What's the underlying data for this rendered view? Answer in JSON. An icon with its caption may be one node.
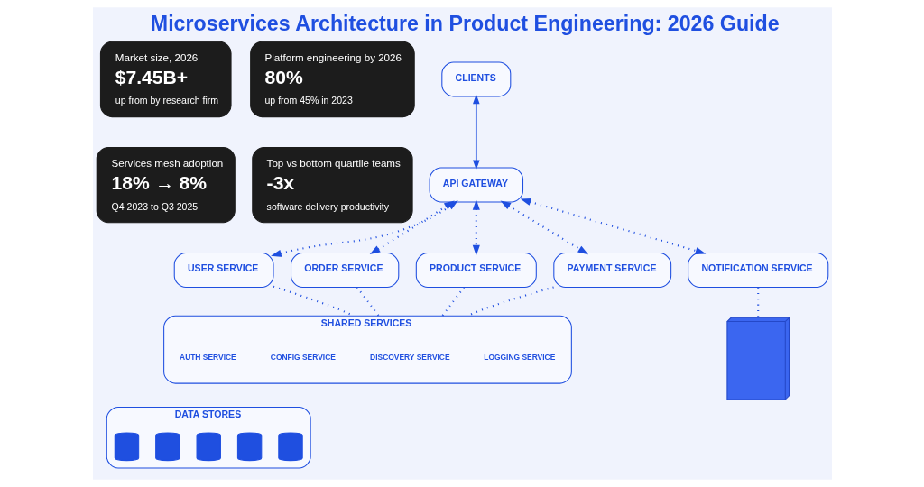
{
  "diagram": {
    "title": "Microservices Architecture in Product Engineering: 2026 Guide",
    "nodes": [
      {
        "text": [
          "Market size, 2026",
          "$7.45B+",
          "up from by research firm"
        ]
      },
      {
        "text": [
          "Platform engineering by 2026",
          "80%",
          "up from 45% in 2023"
        ]
      },
      {
        "text": [
          "Services mesh adoption",
          "18% → 8%",
          "Q4 2023 to Q3 2025"
        ]
      },
      {
        "text": [
          "Top vs bottom quartile teams",
          "-3x",
          "software delivery productivity"
        ]
      },
      {
        "text": [
          "CLIENTS"
        ]
      },
      {
        "text": [
          "API GATEWAY"
        ]
      },
      {
        "text": [
          "USER SERVICE"
        ]
      },
      {
        "text": [
          "ORDER SERVICE"
        ]
      },
      {
        "text": [
          "PRODUCT SERVICE"
        ]
      },
      {
        "text": [
          "PAYMENT SERVICE"
        ]
      },
      {
        "text": [
          "NOTIFICATION SERVICE"
        ]
      },
      {
        "text": [
          "SHARED SERVICES"
        ]
      },
      {
        "text": [
          "AUTH SERVICE"
        ],
        "in": 11
      },
      {
        "text": [
          "CONFIG SERVICE"
        ],
        "in": 11
      },
      {
        "text": [
          "DISCOVERY SERVICE"
        ],
        "in": 11
      },
      {
        "text": [
          "LOGGING SERVICE"
        ],
        "in": 11
      },
      {
        "text": [
          "DATA STORES"
        ]
      },
      {
        "text": [],
        "shape": "cylinder",
        "in": 16
      },
      {
        "text": [],
        "shape": "cylinder",
        "in": 16
      },
      {
        "text": [],
        "shape": "cylinder",
        "in": 16
      },
      {
        "text": [],
        "shape": "cylinder",
        "in": 16
      },
      {
        "text": [],
        "shape": "cylinder",
        "in": 16
      },
      {
        "text": [],
        "shape": "picture"
      }
    ],
    "edges": [
      {
        "from": 4,
        "to": 5,
        "arrow": "both"
      },
      {
        "from": 5,
        "to": 6,
        "arrow": "both",
        "style": "dashed"
      },
      {
        "from": 5,
        "to": 7,
        "arrow": "both",
        "style": "dashed"
      },
      {
        "from": 5,
        "to": 8,
        "arrow": "both",
        "style": "dashed"
      },
      {
        "from": 5,
        "to": 9,
        "arrow": "both",
        "style": "dashed"
      },
      {
        "from": 5,
        "to": 10,
        "arrow": "both",
        "style": "dashed"
      },
      {
        "from": 6,
        "to": 11,
        "arrow": "none",
        "style": "dashed"
      },
      {
        "from": 7,
        "to": 11,
        "arrow": "none",
        "style": "dashed"
      },
      {
        "from": 8,
        "to": 11,
        "arrow": "none",
        "style": "dashed"
      },
      {
        "from": 9,
        "to": 11,
        "arrow": "none",
        "style": "dashed"
      },
      {
        "from": 10,
        "to": 22,
        "arrow": "none",
        "style": "dashed"
      }
    ]
  }
}
